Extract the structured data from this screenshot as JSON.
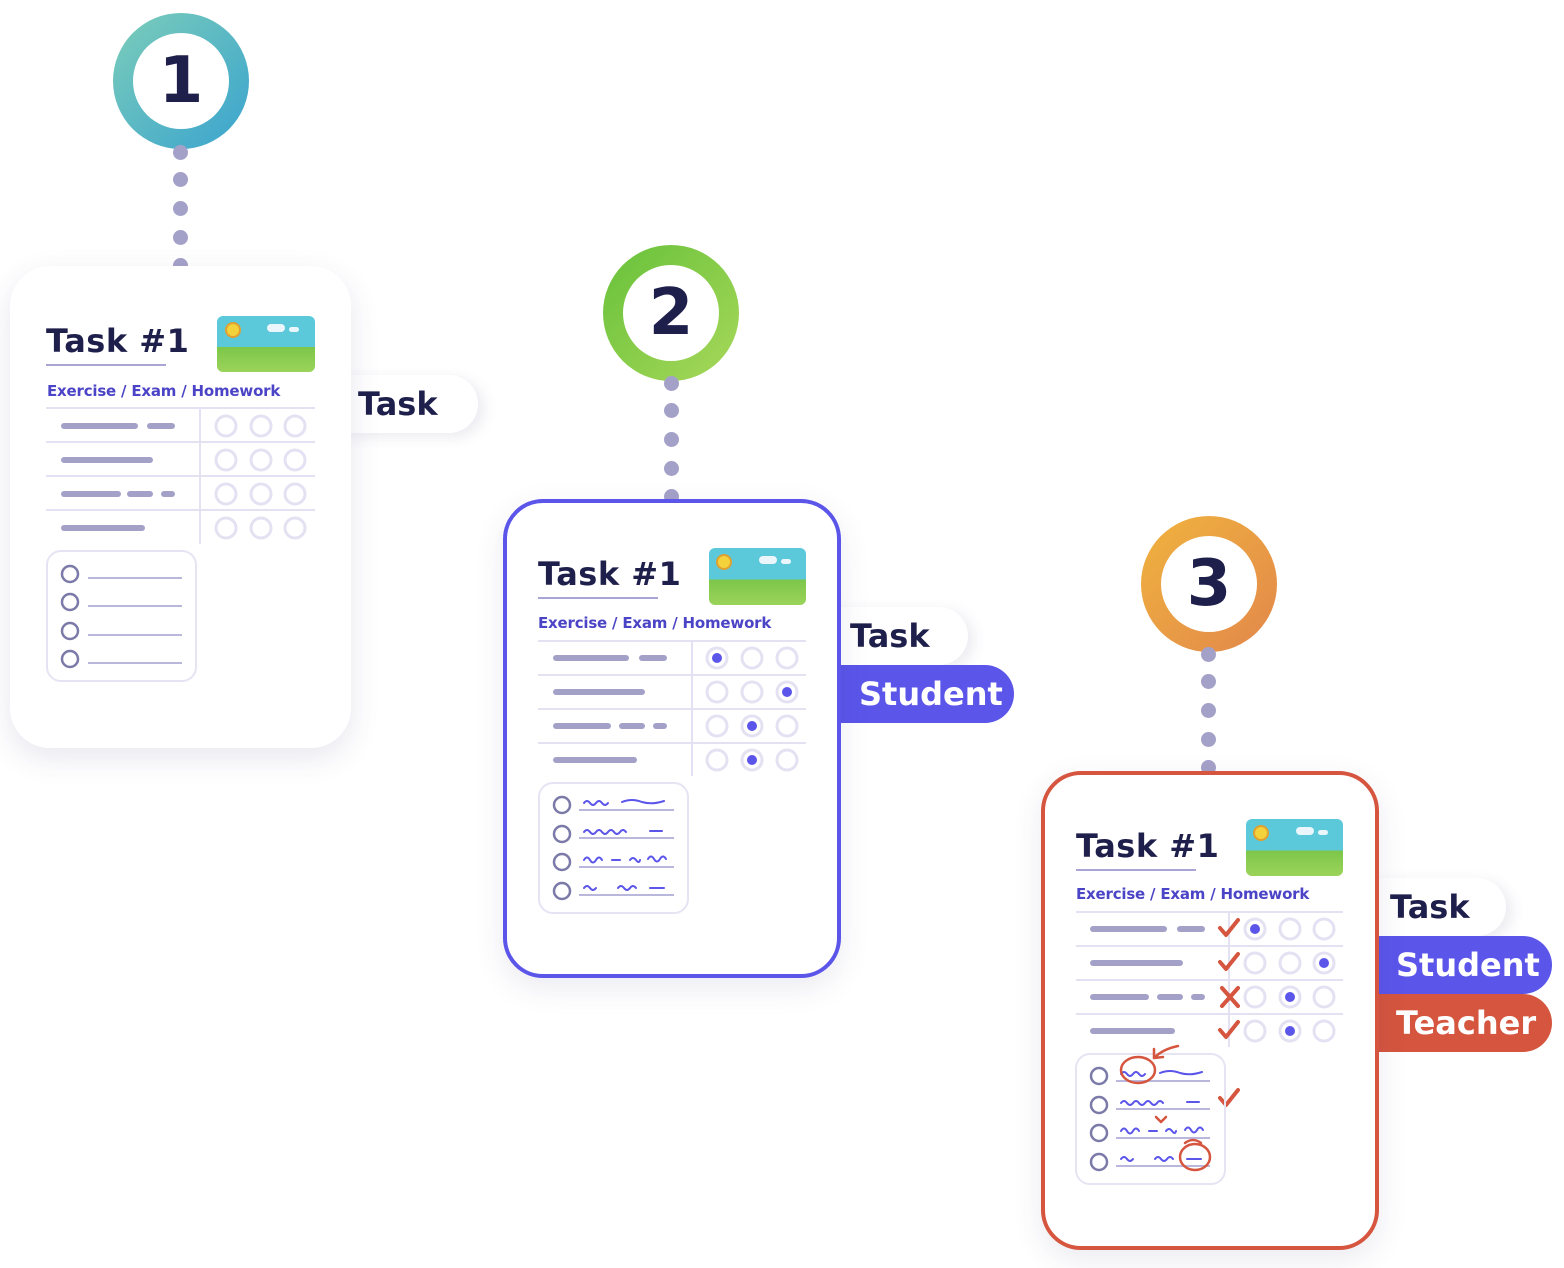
{
  "steps": [
    {
      "number": "1",
      "ring_gradient": [
        "#7ccdb9",
        "#3aa4cf"
      ],
      "card_title": "Task #1",
      "card_subtitle": "Exercise / Exam / Homework",
      "labels": [
        "Task"
      ]
    },
    {
      "number": "2",
      "ring_gradient": [
        "#67c13a",
        "#a8d85a"
      ],
      "card_title": "Task #1",
      "card_subtitle": "Exercise / Exam / Homework",
      "card_border": "#5b55ea",
      "labels": [
        "Task",
        "Student"
      ]
    },
    {
      "number": "3",
      "ring_gradient": [
        "#f0b33e",
        "#e2874b"
      ],
      "card_title": "Task #1",
      "card_subtitle": "Exercise / Exam / Homework",
      "card_border": "#d5553e",
      "labels": [
        "Task",
        "Student",
        "Teacher"
      ]
    }
  ],
  "colors": {
    "navy": "#1e1f4b",
    "purple": "#5b55ea",
    "red": "#d5553e",
    "line_gray": "#a4a1c9"
  }
}
